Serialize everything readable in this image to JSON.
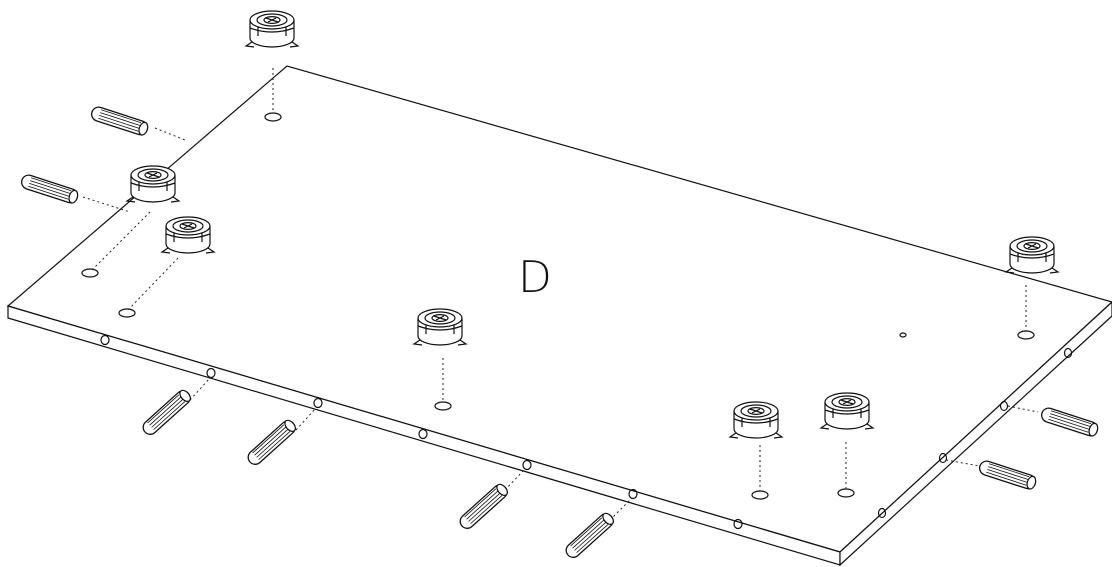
{
  "panel": {
    "label": "D"
  },
  "colors": {
    "line": "#111111",
    "background": "#ffffff",
    "dowel_shade": "#bdbdbd"
  },
  "parts": {
    "cam_lock_icon": "cam-lock-fitting",
    "dowel_icon": "wooden-dowel",
    "hole_icon": "pre-drilled-hole"
  }
}
